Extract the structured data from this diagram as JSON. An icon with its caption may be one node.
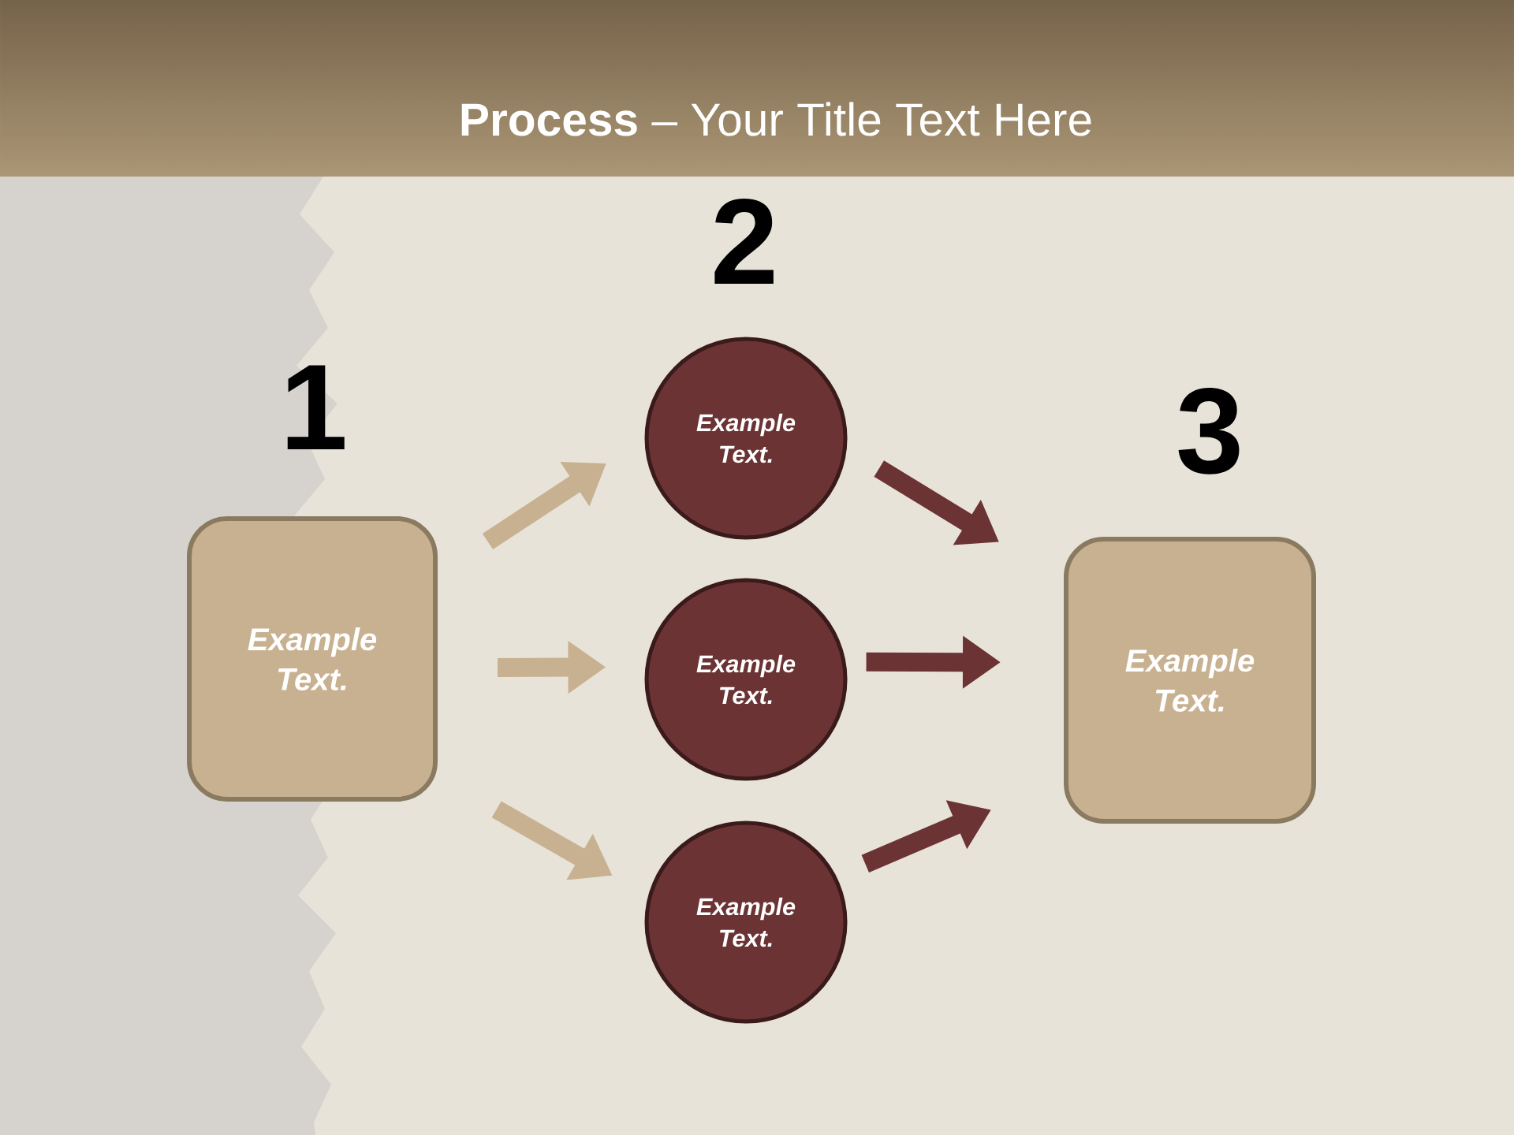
{
  "diagram": {
    "title": "**Process** – Your Title Text Here",
    "nodes": [
      {
        "text": [
          "Example Text."
        ]
      },
      {
        "text": [
          "Example Text."
        ]
      },
      {
        "text": [
          "Example Text."
        ]
      },
      {
        "text": [
          "Example Text."
        ]
      },
      {
        "text": [
          "Example Text."
        ]
      }
    ],
    "edges": [
      {
        "from": 0,
        "to": 1,
        "arrow": "to",
        "color": "#c8b190"
      },
      {
        "from": 0,
        "to": 2,
        "arrow": "to",
        "color": "#c8b190"
      },
      {
        "from": 0,
        "to": 3,
        "arrow": "to",
        "color": "#c8b190"
      },
      {
        "from": 1,
        "to": 4,
        "arrow": "to",
        "color": "#6b3334"
      },
      {
        "from": 2,
        "to": 4,
        "arrow": "to",
        "color": "#6b3334"
      },
      {
        "from": 3,
        "to": 4,
        "arrow": "to",
        "color": "#6b3334"
      }
    ],
    "labels": [
      "1",
      "2",
      "3"
    ]
  }
}
